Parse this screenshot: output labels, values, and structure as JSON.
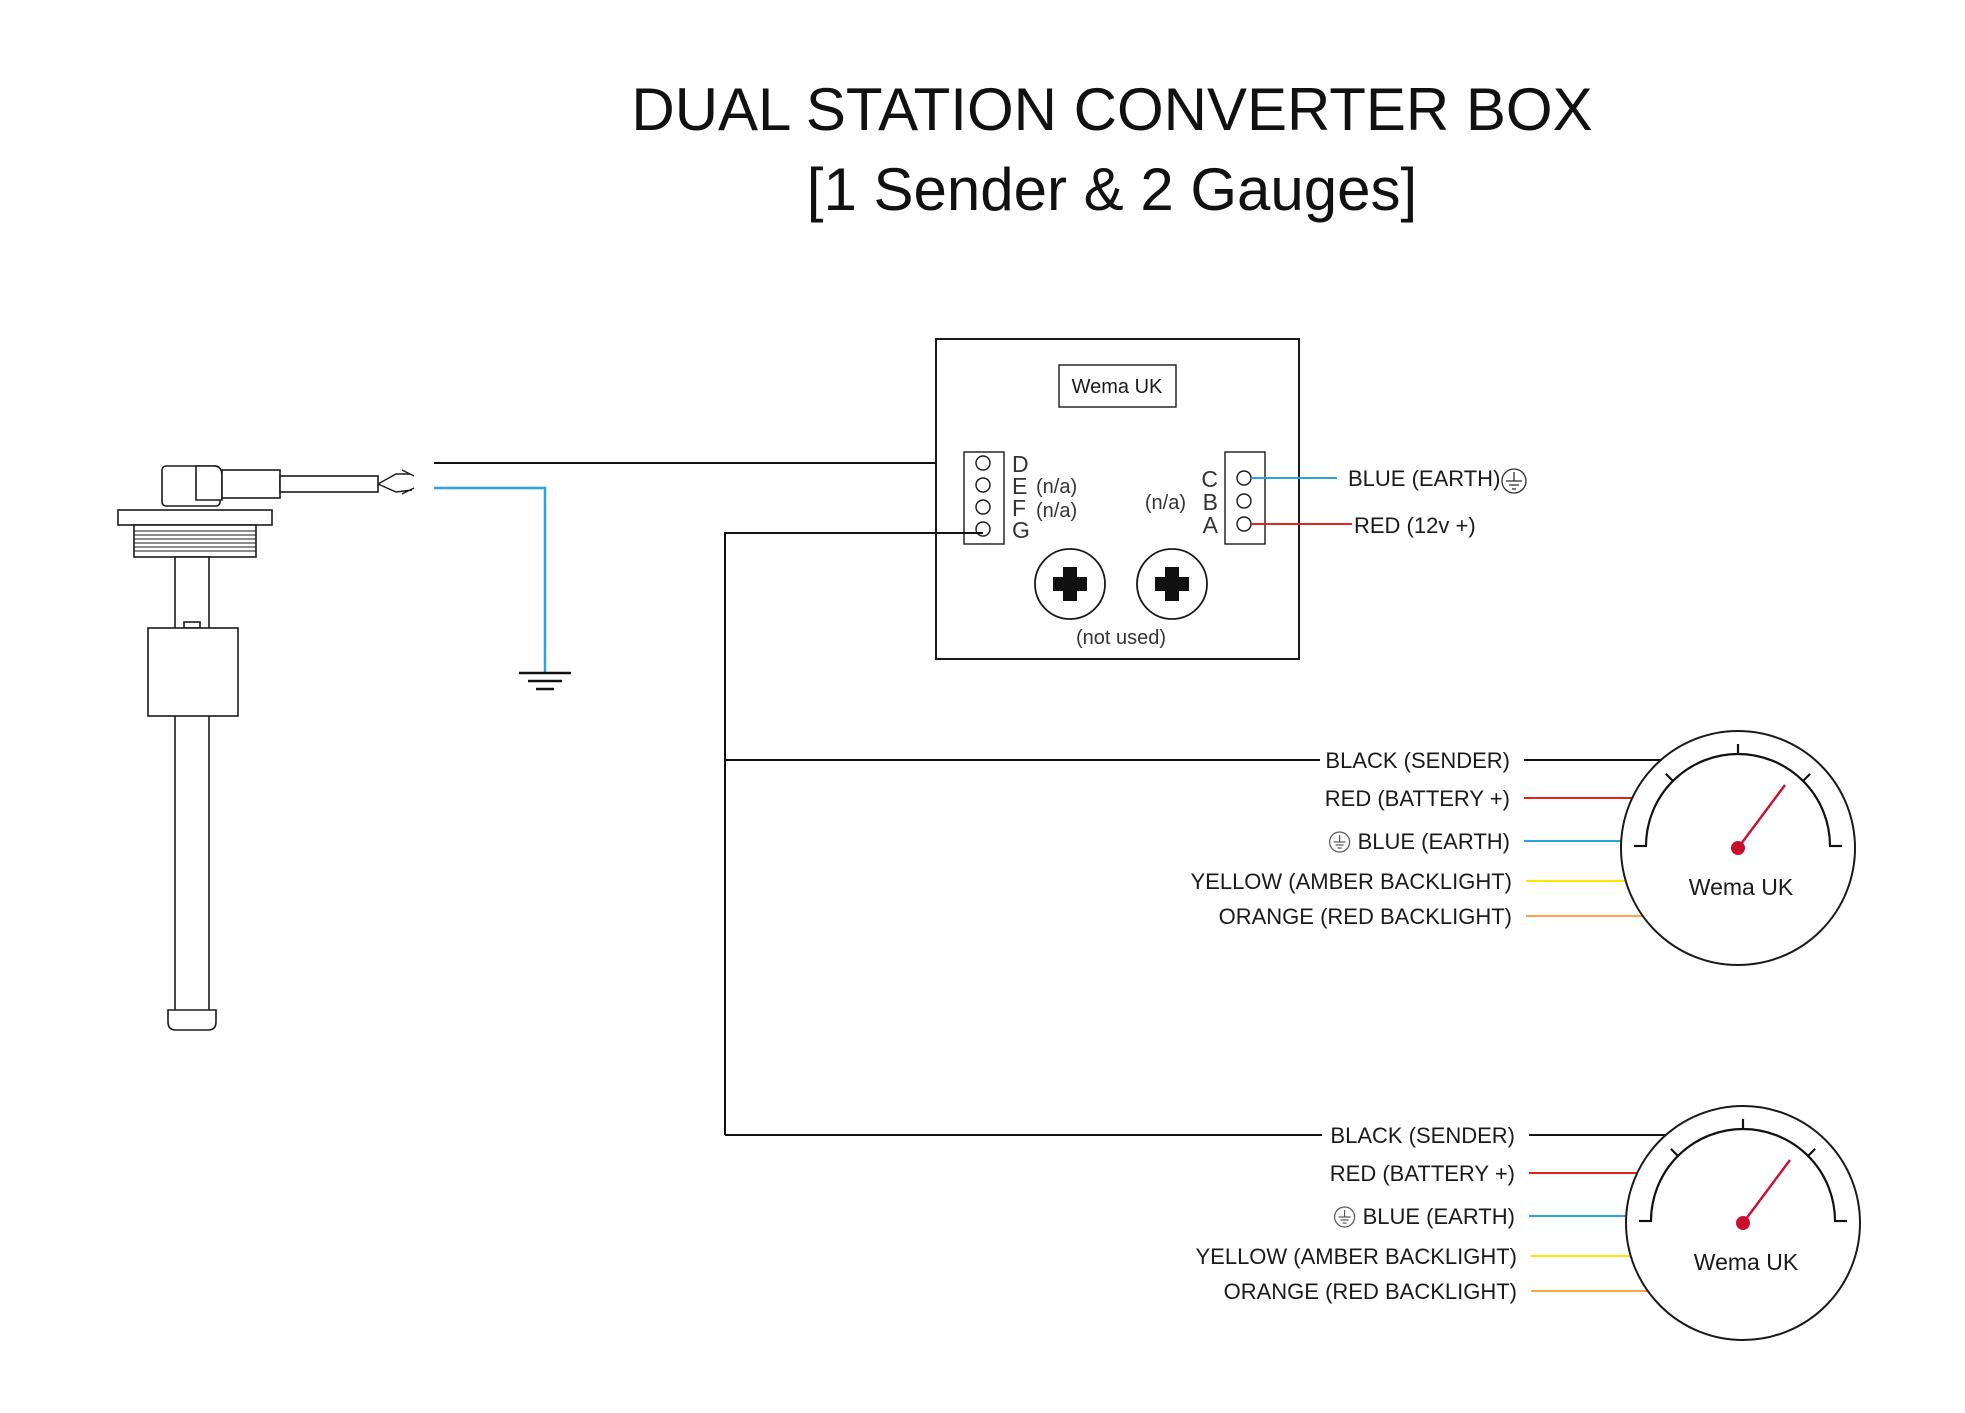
{
  "title": {
    "line1": "DUAL STATION CONVERTER BOX",
    "line2": "[1 Sender & 2 Gauges]"
  },
  "converter_box": {
    "brand": "Wema UK",
    "left_pins": [
      "D",
      "E",
      "F",
      "G"
    ],
    "left_na_1": "(n/a)",
    "left_na_2": "(n/a)",
    "right_pins": [
      "C",
      "B",
      "A"
    ],
    "right_na": "(n/a)",
    "not_used": "(not used)",
    "outputs": {
      "blue_earth": "BLUE (EARTH)",
      "red_12v": "RED (12v +)"
    }
  },
  "gauges": [
    {
      "brand": "Wema UK",
      "wires": [
        {
          "label": "BLACK (SENDER)",
          "color": "#111111"
        },
        {
          "label": "RED (BATTERY +)",
          "color": "#e2231a"
        },
        {
          "label": "BLUE (EARTH)",
          "color": "#29a3dc",
          "earth_icon": true
        },
        {
          "label": "YELLOW (AMBER BACKLIGHT)",
          "color": "#ffe600"
        },
        {
          "label": "ORANGE (RED BACKLIGHT)",
          "color": "#f7a540"
        }
      ]
    },
    {
      "brand": "Wema UK",
      "wires": [
        {
          "label": "BLACK (SENDER)",
          "color": "#111111"
        },
        {
          "label": "RED (BATTERY +)",
          "color": "#e2231a"
        },
        {
          "label": "BLUE (EARTH)",
          "color": "#29a3dc",
          "earth_icon": true
        },
        {
          "label": "YELLOW (AMBER BACKLIGHT)",
          "color": "#ffe600"
        },
        {
          "label": "ORANGE (RED BACKLIGHT)",
          "color": "#f7a540"
        }
      ]
    }
  ],
  "colors": {
    "black_wire": "#111111",
    "blue_wire": "#29a3dc",
    "red_wire": "#e2231a",
    "needle": "#c8102e"
  }
}
